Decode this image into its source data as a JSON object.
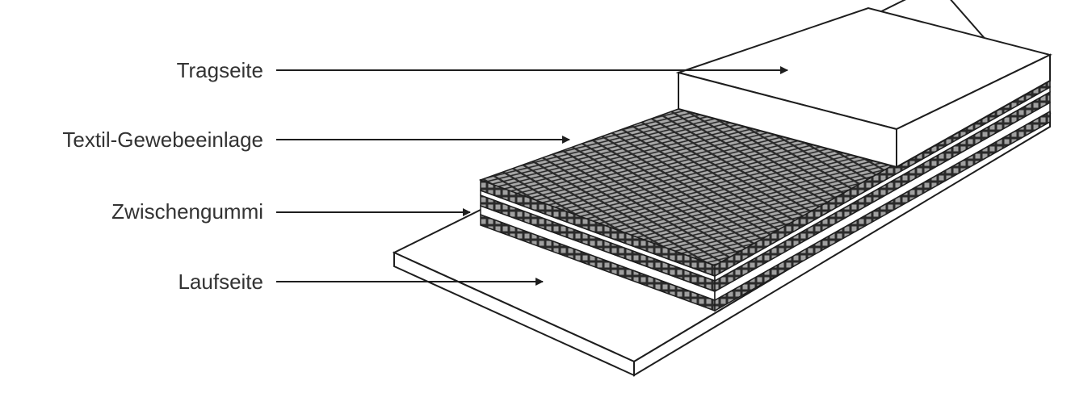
{
  "labels": {
    "top_cover": "Tragseite",
    "fabric_ply": "Textil-Gewebeeinlage",
    "skim_rubber": "Zwischengummi",
    "bottom_cover": "Laufseite"
  },
  "colors": {
    "line": "#1e1e1e",
    "text": "#333333",
    "fabric_cell": "#9a9a9a",
    "fabric_cell_light": "#b8b8b8",
    "background": "#ffffff"
  }
}
